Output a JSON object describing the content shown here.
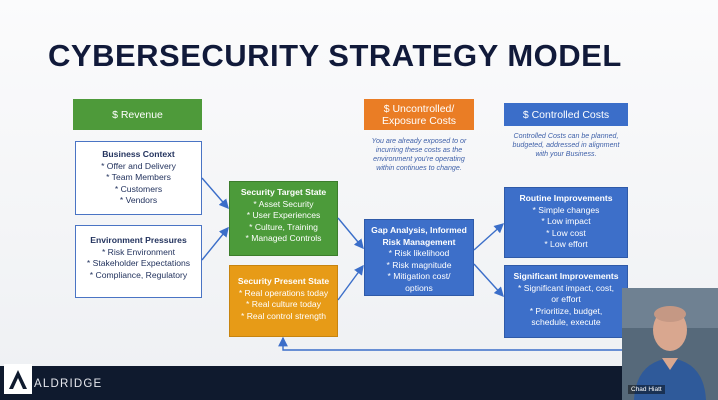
{
  "title": "CYBERSECURITY STRATEGY MODEL",
  "headers": {
    "revenue": "$ Revenue",
    "uncontrolled_line1": "$ Uncontrolled/",
    "uncontrolled_line2": "Exposure Costs",
    "controlled": "$ Controlled Costs"
  },
  "notes": {
    "uncontrolled": [
      "You are already exposed to or",
      "incurring these costs as the",
      "environment you're operating",
      "within continues to change."
    ],
    "controlled": [
      "Controlled Costs can be planned,",
      "budgeted, addressed in alignment",
      "with your Business."
    ]
  },
  "business_context": {
    "title": "Business Context",
    "items": [
      "* Offer and Delivery",
      "* Team Members",
      "* Customers",
      "* Vendors"
    ]
  },
  "environment_pressures": {
    "title": "Environment Pressures",
    "items": [
      "* Risk Environment",
      "* Stakeholder Expectations",
      "* Compliance, Regulatory"
    ]
  },
  "target_state": {
    "title": "Security Target State",
    "items": [
      "* Asset Security",
      "* User Experiences",
      "* Culture, Training",
      "* Managed Controls"
    ]
  },
  "present_state": {
    "title": "Security Present State",
    "items": [
      "* Real operations today",
      "* Real culture today",
      "* Real control strength"
    ]
  },
  "gap_analysis": {
    "title_line1": "Gap Analysis, Informed",
    "title_line2": "Risk Management",
    "items": [
      "* Risk likelihood",
      "* Risk magnitude",
      "* Mitigation cost/",
      "options"
    ]
  },
  "routine": {
    "title": "Routine Improvements",
    "items": [
      "* Simple changes",
      "* Low impact",
      "* Low cost",
      "* Low effort"
    ]
  },
  "significant": {
    "title": "Significant Improvements",
    "items": [
      "* Significant impact, cost,",
      "or effort",
      "* Prioritize, budget,",
      "schedule, execute"
    ]
  },
  "footer": {
    "brand": "ALDRIDGE"
  },
  "video": {
    "name": "Chad Hiatt"
  },
  "colors": {
    "green": "#4e9a3a",
    "orange": "#ea7d25",
    "blue": "#3b6ec9",
    "navy": "#111a3a",
    "amber": "#e79b17"
  }
}
